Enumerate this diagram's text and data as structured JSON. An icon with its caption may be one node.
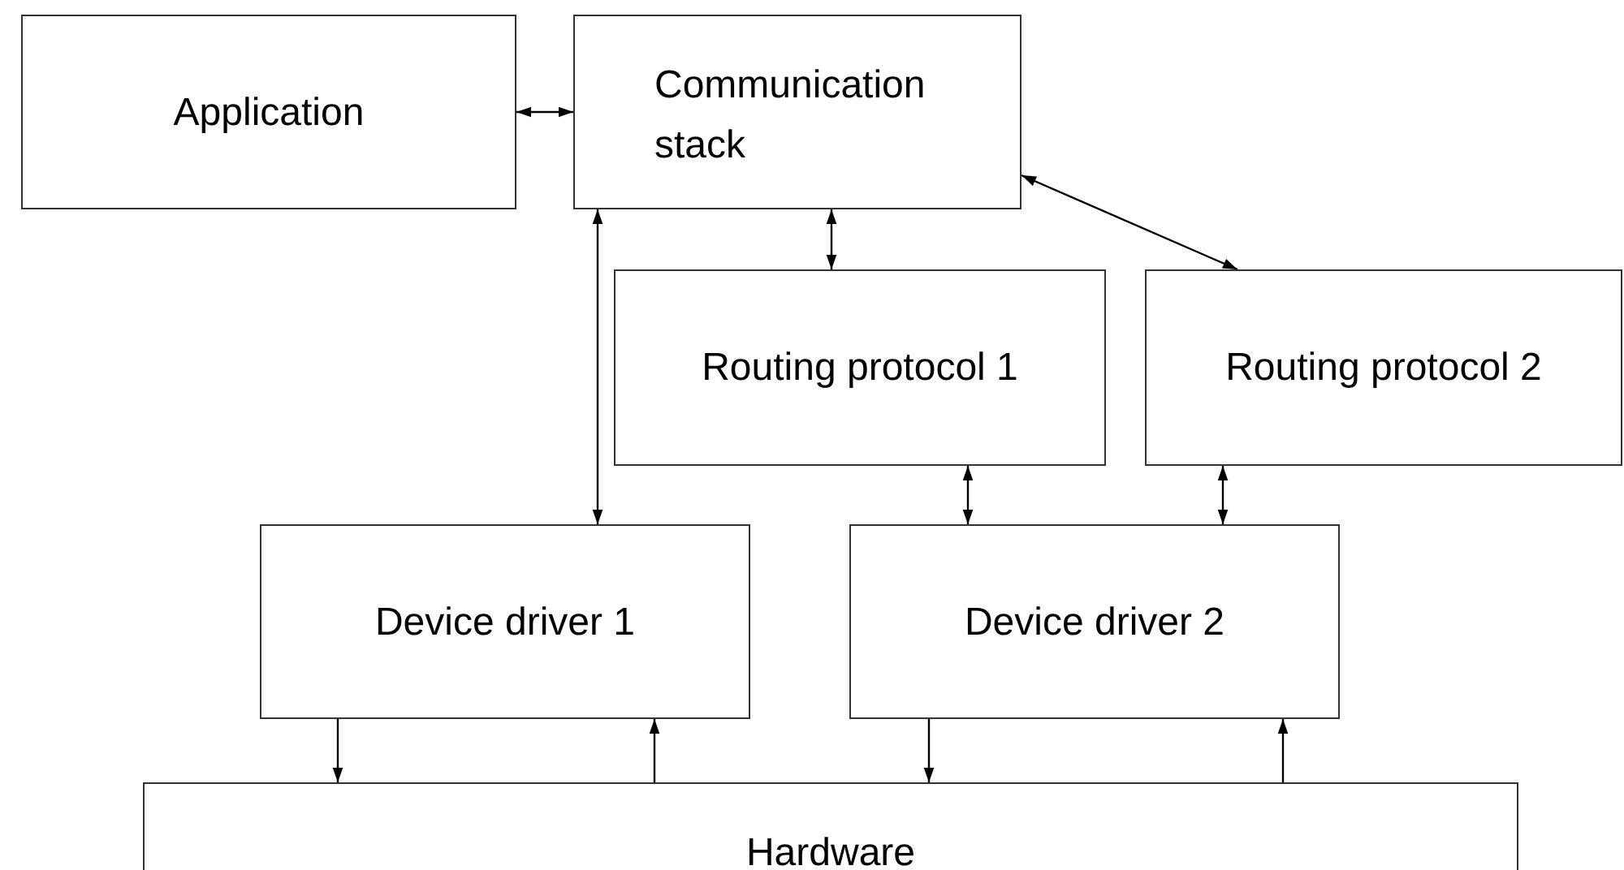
{
  "diagram": {
    "nodes": [
      {
        "text": [
          "Application"
        ]
      },
      {
        "text": [
          "Communication stack"
        ]
      },
      {
        "text": [
          "Routing protocol 1"
        ]
      },
      {
        "text": [
          "Routing protocol 2"
        ]
      },
      {
        "text": [
          "Device driver 1"
        ]
      },
      {
        "text": [
          "Device driver 2"
        ]
      },
      {
        "text": [
          "Hardware"
        ]
      }
    ],
    "edges": [
      {
        "from": 0,
        "to": 1,
        "arrow": "both"
      },
      {
        "from": 1,
        "to": 4,
        "arrow": "both"
      },
      {
        "from": 1,
        "to": 2,
        "arrow": "both"
      },
      {
        "from": 1,
        "to": 3,
        "arrow": "both"
      },
      {
        "from": 2,
        "to": 5,
        "arrow": "both"
      },
      {
        "from": 3,
        "to": 5,
        "arrow": "both"
      },
      {
        "from": 4,
        "to": 6,
        "arrow": "to"
      },
      {
        "from": 6,
        "to": 4,
        "arrow": "to"
      },
      {
        "from": 5,
        "to": 6,
        "arrow": "to"
      },
      {
        "from": 6,
        "to": 5,
        "arrow": "to"
      }
    ]
  }
}
